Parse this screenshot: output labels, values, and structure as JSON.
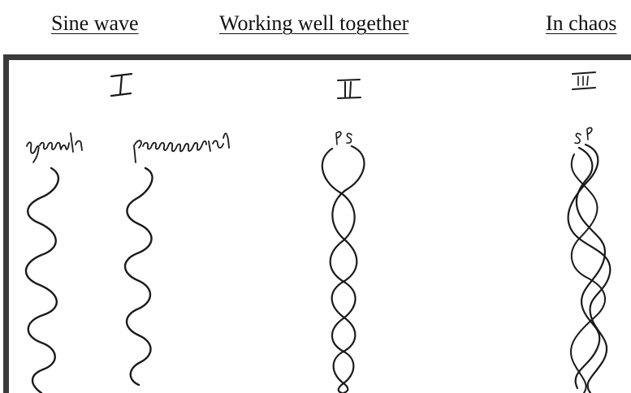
{
  "labels": {
    "sine_wave": "Sine wave",
    "working_together": "Working well together",
    "in_chaos": "In chaos"
  },
  "sketch": {
    "ink_color": "#1a1a1a",
    "frame_color": "#3a3a3a"
  }
}
